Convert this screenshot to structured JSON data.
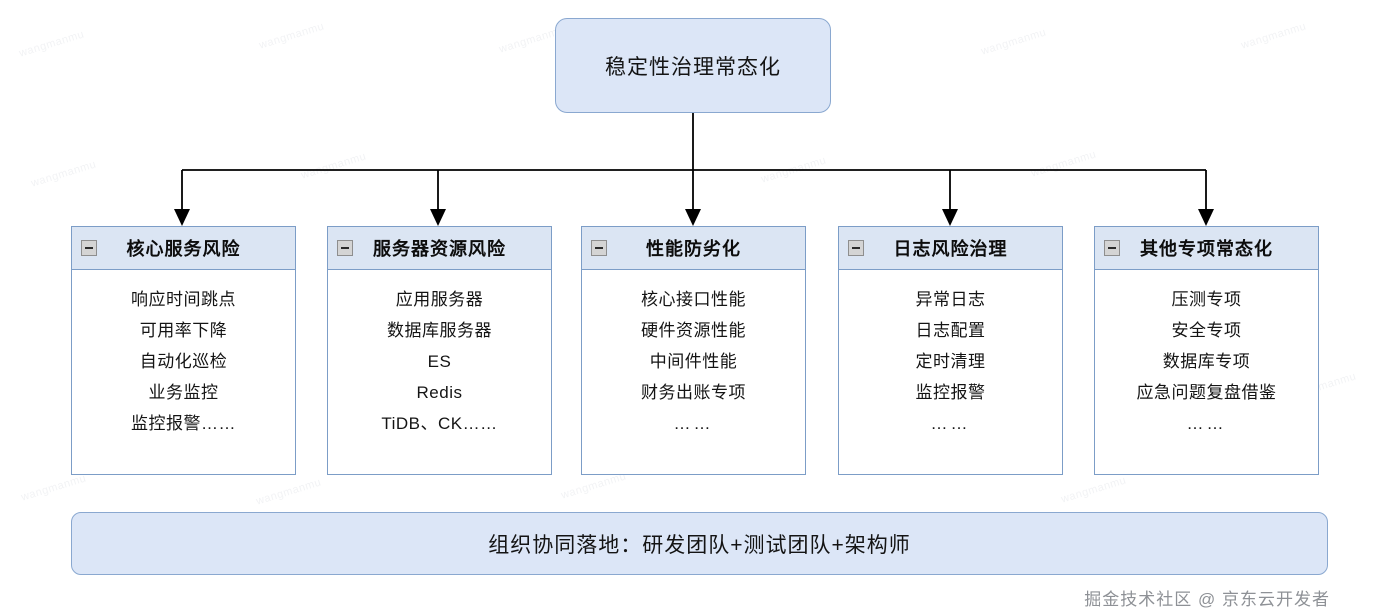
{
  "diagram": {
    "root": {
      "label": "稳定性治理常态化"
    },
    "columns": [
      {
        "title": "核心服务风险",
        "collapse_icon": "minus-icon",
        "items": [
          "响应时间跳点",
          "可用率下降",
          "自动化巡检",
          "业务监控",
          "监控报警……"
        ]
      },
      {
        "title": "服务器资源风险",
        "collapse_icon": "minus-icon",
        "items": [
          "应用服务器",
          "数据库服务器",
          "ES",
          "Redis",
          "TiDB、CK……"
        ]
      },
      {
        "title": "性能防劣化",
        "collapse_icon": "minus-icon",
        "items": [
          "核心接口性能",
          "硬件资源性能",
          "中间件性能",
          "财务出账专项",
          "……"
        ]
      },
      {
        "title": "日志风险治理",
        "collapse_icon": "minus-icon",
        "items": [
          "异常日志",
          "日志配置",
          "定时清理",
          "监控报警",
          "……"
        ]
      },
      {
        "title": "其他专项常态化",
        "collapse_icon": "minus-icon",
        "items": [
          "压测专项",
          "安全专项",
          "数据库专项",
          "应急问题复盘借鉴",
          "……"
        ]
      }
    ],
    "footer": {
      "label": "组织协同落地：研发团队+测试团队+架构师"
    },
    "watermark": {
      "corner_text": "掘金技术社区 @ 京东云开发者",
      "background_text": "wangmanmu"
    },
    "colors": {
      "node_fill": "#dce6f7",
      "node_border": "#8aa8d0",
      "header_fill": "#dbe5f3",
      "card_border": "#7c9dc7",
      "connector": "#000000",
      "text": "#141414"
    }
  }
}
